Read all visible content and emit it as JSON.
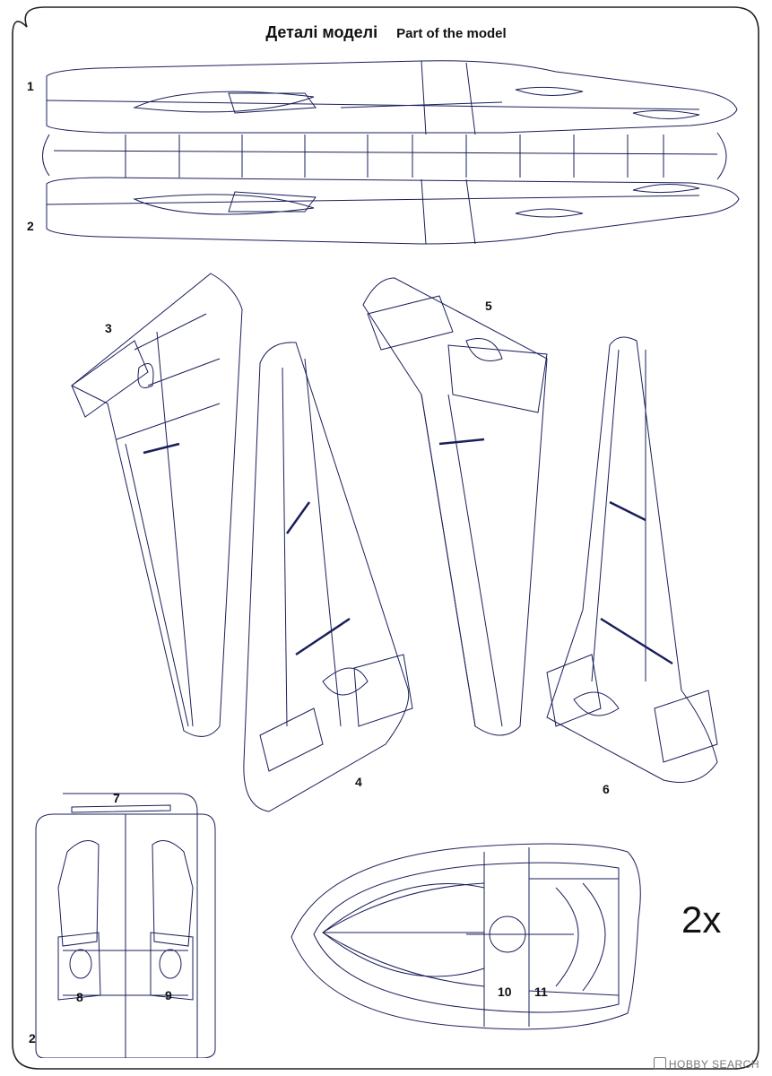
{
  "title": {
    "uk": "Деталі моделі",
    "en": "Part of the model"
  },
  "part_labels": {
    "p1": "1",
    "p2": "2",
    "p3": "3",
    "p4": "4",
    "p5": "5",
    "p6": "6",
    "p7": "7",
    "p8": "8",
    "p9": "9",
    "p10": "10",
    "p11": "11",
    "sprue": "2"
  },
  "multiplier": "2x",
  "watermark": "HOBBY SEARCH",
  "colors": {
    "ink": "#1a1f5a",
    "label": "#111111",
    "paper": "#ffffff"
  }
}
